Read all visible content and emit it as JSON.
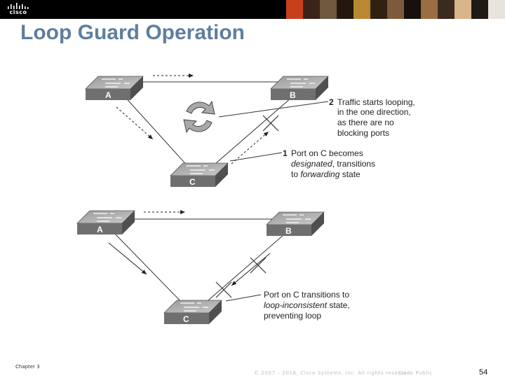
{
  "header": {
    "logo_text": "cisco",
    "photo_colors": [
      "#c8401a",
      "#3a2418",
      "#6e5a3c",
      "#24170f",
      "#b98830",
      "#312113",
      "#7d5a3a",
      "#16110c",
      "#9a6e42",
      "#3b2b1e",
      "#d8b48a",
      "#1f1a15",
      "#e8e3dd"
    ]
  },
  "slide": {
    "title": "Loop Guard Operation"
  },
  "top_diagram": {
    "switch_a": "A",
    "switch_b": "B",
    "switch_c": "C",
    "callout_2": {
      "number": "2",
      "lines": [
        "Traffic starts looping,",
        "in the one direction,",
        "as there are no",
        "blocking ports"
      ]
    },
    "callout_1": {
      "number": "1",
      "line1": "Port on C becomes",
      "line2_italic": "designated",
      "line2_rest": ", transitions",
      "line3_plain": "to ",
      "line3_italic": "forwarding",
      "line3_rest": " state"
    }
  },
  "bottom_diagram": {
    "switch_a": "A",
    "switch_b": "B",
    "switch_c": "C",
    "callout": {
      "line1": "Port on C transitions to",
      "line2_italic": "loop-inconsistent",
      "line2_rest": " state,",
      "line3": "preventing loop"
    }
  },
  "footer": {
    "chapter": "Chapter 3",
    "copyright": "© 2007 – 2016, Cisco Systems, Inc. All rights reserved.",
    "classification": "Cisco Public",
    "page_number": "54"
  }
}
